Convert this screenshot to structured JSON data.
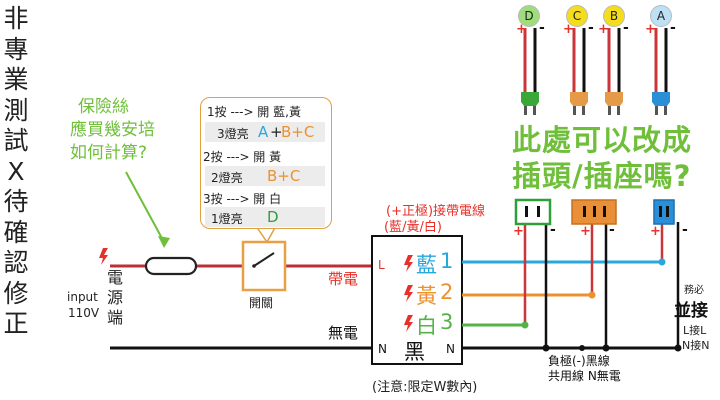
{
  "title_chars": [
    "非",
    "專",
    "業",
    "測",
    "試",
    "X",
    "待",
    "確",
    "認",
    "修",
    "正"
  ],
  "fuse_question": [
    "保險絲",
    "應買幾安培",
    "如何計算?"
  ],
  "callout": {
    "row1_press": "1按 ---> 開 藍,黃",
    "row1_lamp": "3燈亮",
    "row1_a": "A",
    "row1_plus": "+",
    "row1_bc": "B+C",
    "row2_press": "2按 ---> 開 黃",
    "row2_lamp": "2燈亮",
    "row2_bc": "B+C",
    "row3_press": "3按 ---> 開 白",
    "row3_lamp": "1燈亮",
    "row3_d": "D"
  },
  "plug_question": [
    "此處可以改成",
    "插頭/插座嗎?"
  ],
  "input_label": [
    "input",
    "110V"
  ],
  "power_source": [
    "電",
    "源",
    "端"
  ],
  "switch_label": "開關",
  "with_power": "帶電",
  "no_power": "無電",
  "box_top_label": [
    "(+正極)接帶電線",
    "(藍/黃/白)"
  ],
  "box": {
    "L": "L",
    "N_left": "N",
    "N_right": "N",
    "blue": "藍",
    "blue_n": "1",
    "yellow": "黃",
    "yellow_n": "2",
    "white": "白",
    "white_n": "3",
    "black": "黑"
  },
  "note": "(注意:限定W數內)",
  "neg_label": [
    "負極(-)黑線",
    "共用線 N無電"
  ],
  "right_note": {
    "must": "務必",
    "parallel": "並接",
    "l": "L接L",
    "n": "N接N"
  },
  "lamps": [
    {
      "letter": "D",
      "color": "#9fdc7c"
    },
    {
      "letter": "C",
      "color": "#f4dd1c"
    },
    {
      "letter": "B",
      "color": "#f4dd1c"
    },
    {
      "letter": "A",
      "color": "#bde0f4"
    }
  ],
  "plus_sign": "+",
  "minus_sign": "-",
  "colors": {
    "live_red": "#b83234",
    "blue_wire": "#27a8dc",
    "orange_wire": "#ec9130",
    "green_wire": "#56b248",
    "neutral_black": "#111111",
    "accent_red": "#e8302a"
  }
}
